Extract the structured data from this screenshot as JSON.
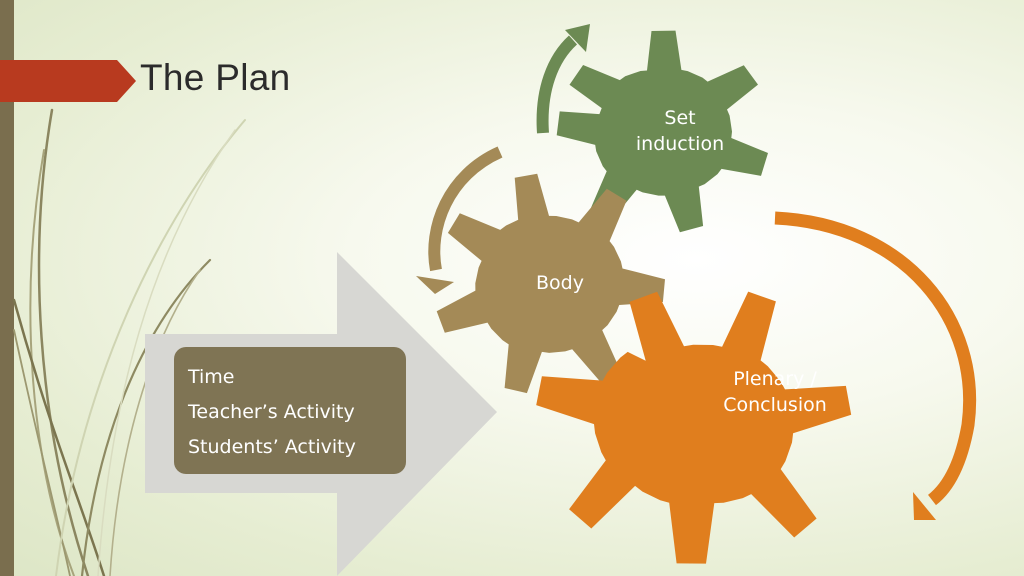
{
  "slide": {
    "title": "The Plan",
    "colors": {
      "accent_bar": "#7a6e4e",
      "title_flag": "#b83a1f",
      "gear_set_induction": "#6c8a53",
      "gear_body": "#a48a57",
      "gear_plenary": "#e07e1e",
      "info_box": "#7f7454",
      "arrow_block": "#d7d7d3"
    }
  },
  "gears": [
    {
      "label": "Set\ninduction"
    },
    {
      "label": "Body"
    },
    {
      "label": "Plenary /\nConclusion"
    }
  ],
  "info_box": {
    "items": [
      "Time",
      "Teacher’s Activity",
      "Students’ Activity"
    ]
  }
}
